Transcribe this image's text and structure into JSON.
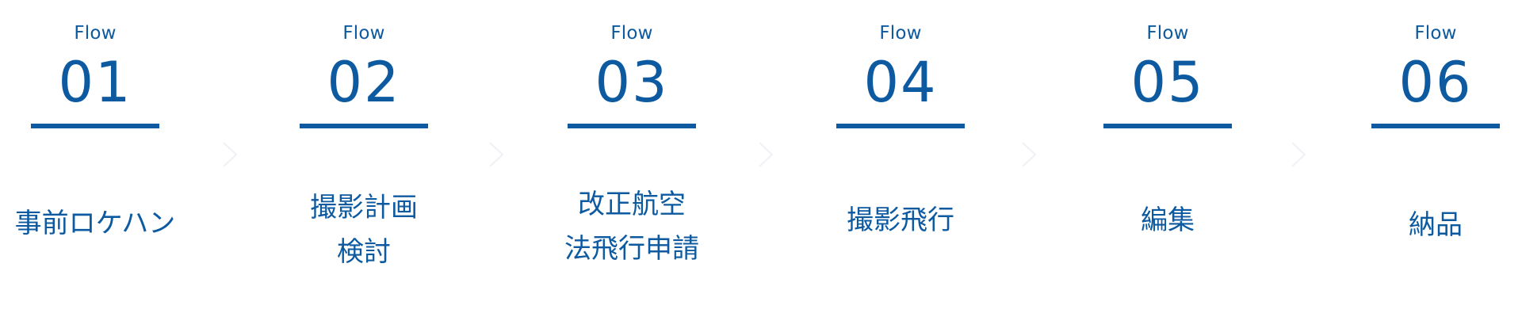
{
  "colors": {
    "accent": "#0d5aa0",
    "chevron": "#eef1f5"
  },
  "steps": [
    {
      "flow_label": "Flow",
      "number": "01",
      "title_lines": [
        "事前ロケハン",
        ""
      ]
    },
    {
      "flow_label": "Flow",
      "number": "02",
      "title_lines": [
        "撮影計画",
        "検討"
      ]
    },
    {
      "flow_label": "Flow",
      "number": "03",
      "title_lines": [
        "改正航空",
        "法飛行申請"
      ]
    },
    {
      "flow_label": "Flow",
      "number": "04",
      "title_lines": [
        "撮影飛行",
        ""
      ]
    },
    {
      "flow_label": "Flow",
      "number": "05",
      "title_lines": [
        "編集",
        ""
      ]
    },
    {
      "flow_label": "Flow",
      "number": "06",
      "title_lines": [
        "納品",
        ""
      ]
    }
  ],
  "connectors": [
    {
      "icon": "chevron-right-icon"
    },
    {
      "icon": "chevron-right-icon"
    },
    {
      "icon": "chevron-right-icon"
    },
    {
      "icon": "chevron-right-icon"
    },
    {
      "icon": "chevron-right-icon"
    }
  ]
}
